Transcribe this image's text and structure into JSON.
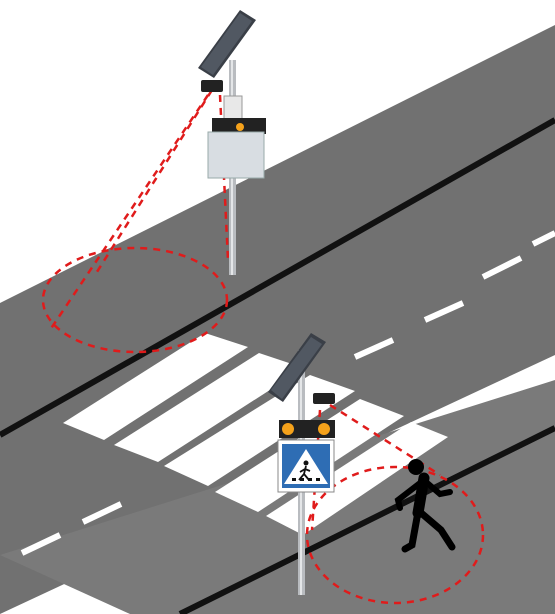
{
  "scene": {
    "road_color": "#717171",
    "road_edge_color": "#111111",
    "lane_marking_color": "#ffffff",
    "crosswalk_stripe_count": 5,
    "detection_line_color": "#e01b1b",
    "sign_blue": "#2e6db4",
    "warning_light_color": "#f5a21b",
    "solar_panel_color": "#3a3f47",
    "pedestrian_color": "#000000"
  },
  "elements": [
    {
      "name": "road",
      "icon": "road-surface"
    },
    {
      "name": "crosswalk",
      "icon": "zebra-crossing"
    },
    {
      "name": "pole-far",
      "icon": "solar-sign-pole"
    },
    {
      "name": "pole-near",
      "icon": "solar-sign-pole"
    },
    {
      "name": "pedestrian-crossing-sign",
      "icon": "pedestrian-crossing-icon"
    },
    {
      "name": "pedestrian",
      "icon": "walking-person-icon"
    },
    {
      "name": "detection-zone-far",
      "icon": "dashed-ellipse"
    },
    {
      "name": "detection-zone-near",
      "icon": "dashed-ellipse"
    }
  ]
}
